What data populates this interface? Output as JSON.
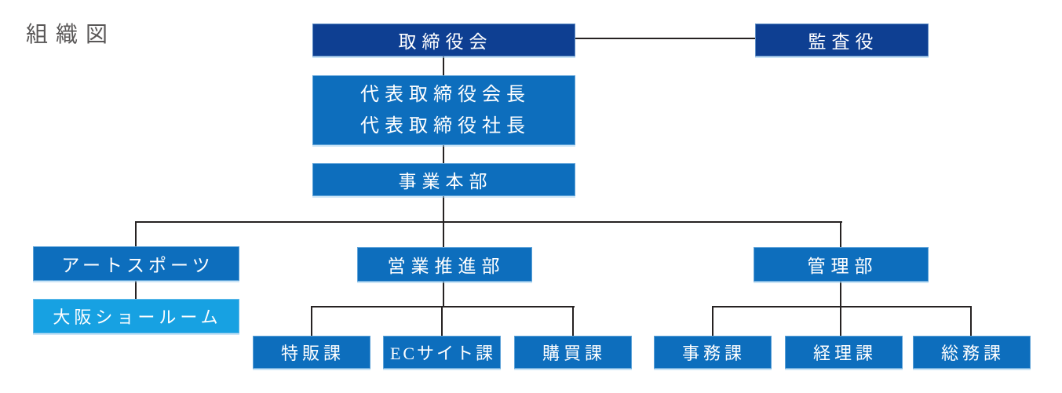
{
  "page_title": "組織図",
  "colors": {
    "box_dark_blue": "#0e3f92",
    "box_medium_blue": "#0d6ebd",
    "box_light_blue": "#17a1e2",
    "box_text": "#ffffff",
    "connector_line": "#262222",
    "title_text": "#595757",
    "background": "#ffffff"
  },
  "org": {
    "board": "取締役会",
    "auditor": "監査役",
    "president_line1": "代表取締役会長",
    "president_line2": "代表取締役社長",
    "business_hq": "事業本部",
    "art_sports": "アートスポーツ",
    "osaka_showroom": "大阪ショールーム",
    "sales_promotion": "営業推進部",
    "management": "管理部",
    "special_sales": "特販課",
    "ec_site": "ECサイト課",
    "purchasing": "購買課",
    "office": "事務課",
    "accounting": "経理課",
    "general_affairs": "総務課"
  },
  "hierarchy": [
    {
      "parent": "board",
      "child": "auditor",
      "relation": "lateral"
    },
    {
      "parent": "board",
      "child": "president",
      "relation": "reports"
    },
    {
      "parent": "president",
      "child": "business_hq",
      "relation": "reports"
    },
    {
      "parent": "business_hq",
      "child": "art_sports",
      "relation": "reports"
    },
    {
      "parent": "business_hq",
      "child": "sales_promotion",
      "relation": "reports"
    },
    {
      "parent": "business_hq",
      "child": "management",
      "relation": "reports"
    },
    {
      "parent": "art_sports",
      "child": "osaka_showroom",
      "relation": "reports"
    },
    {
      "parent": "sales_promotion",
      "child": "special_sales",
      "relation": "reports"
    },
    {
      "parent": "sales_promotion",
      "child": "ec_site",
      "relation": "reports"
    },
    {
      "parent": "sales_promotion",
      "child": "purchasing",
      "relation": "reports"
    },
    {
      "parent": "management",
      "child": "office",
      "relation": "reports"
    },
    {
      "parent": "management",
      "child": "accounting",
      "relation": "reports"
    },
    {
      "parent": "management",
      "child": "general_affairs",
      "relation": "reports"
    }
  ]
}
